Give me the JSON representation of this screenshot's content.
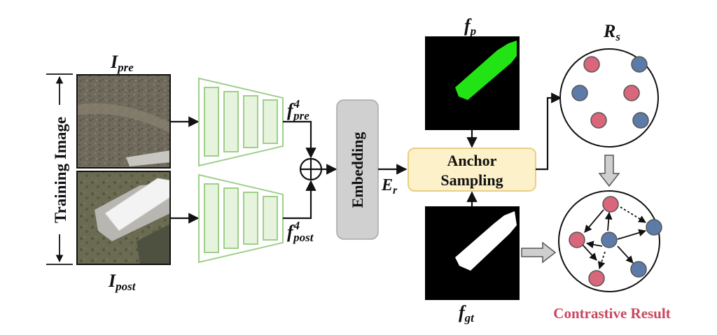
{
  "labels": {
    "i_pre": {
      "base": "I",
      "sub": "pre"
    },
    "i_post": {
      "base": "I",
      "sub": "post"
    },
    "training_image": "Training Image",
    "f_pre": {
      "base": "f",
      "sup": "4",
      "sub": "pre"
    },
    "f_post": {
      "base": "f",
      "sup": "4",
      "sub": "post"
    },
    "embedding": "Embedding",
    "e_r": {
      "base": "E",
      "sub": "r"
    },
    "anchor_line1": "Anchor",
    "anchor_line2": "Sampling",
    "f_p": {
      "base": "f",
      "sub": "p"
    },
    "f_gt": {
      "base": "f",
      "sub": "gt"
    },
    "r_s": {
      "base": "R",
      "sub": "s"
    },
    "contrastive_result": "Contrastive Result"
  },
  "colors": {
    "encoder_stroke": "#9fcf8b",
    "encoder_fill": "#e6f3dd",
    "embedding_fill": "#d0d0d0",
    "embedding_stroke": "#a8a8a8",
    "anchor_fill": "#fdf1c9",
    "anchor_stroke": "#e9cf82",
    "mask_green": "#22e414",
    "red_node": "#d9667a",
    "blue_node": "#5d7ba8",
    "contrastive_text": "#c8475e"
  },
  "icons": {
    "sum": "circle-plus-icon",
    "arrow": "right-arrow-icon",
    "block_arrow": "block-arrow-icon"
  }
}
